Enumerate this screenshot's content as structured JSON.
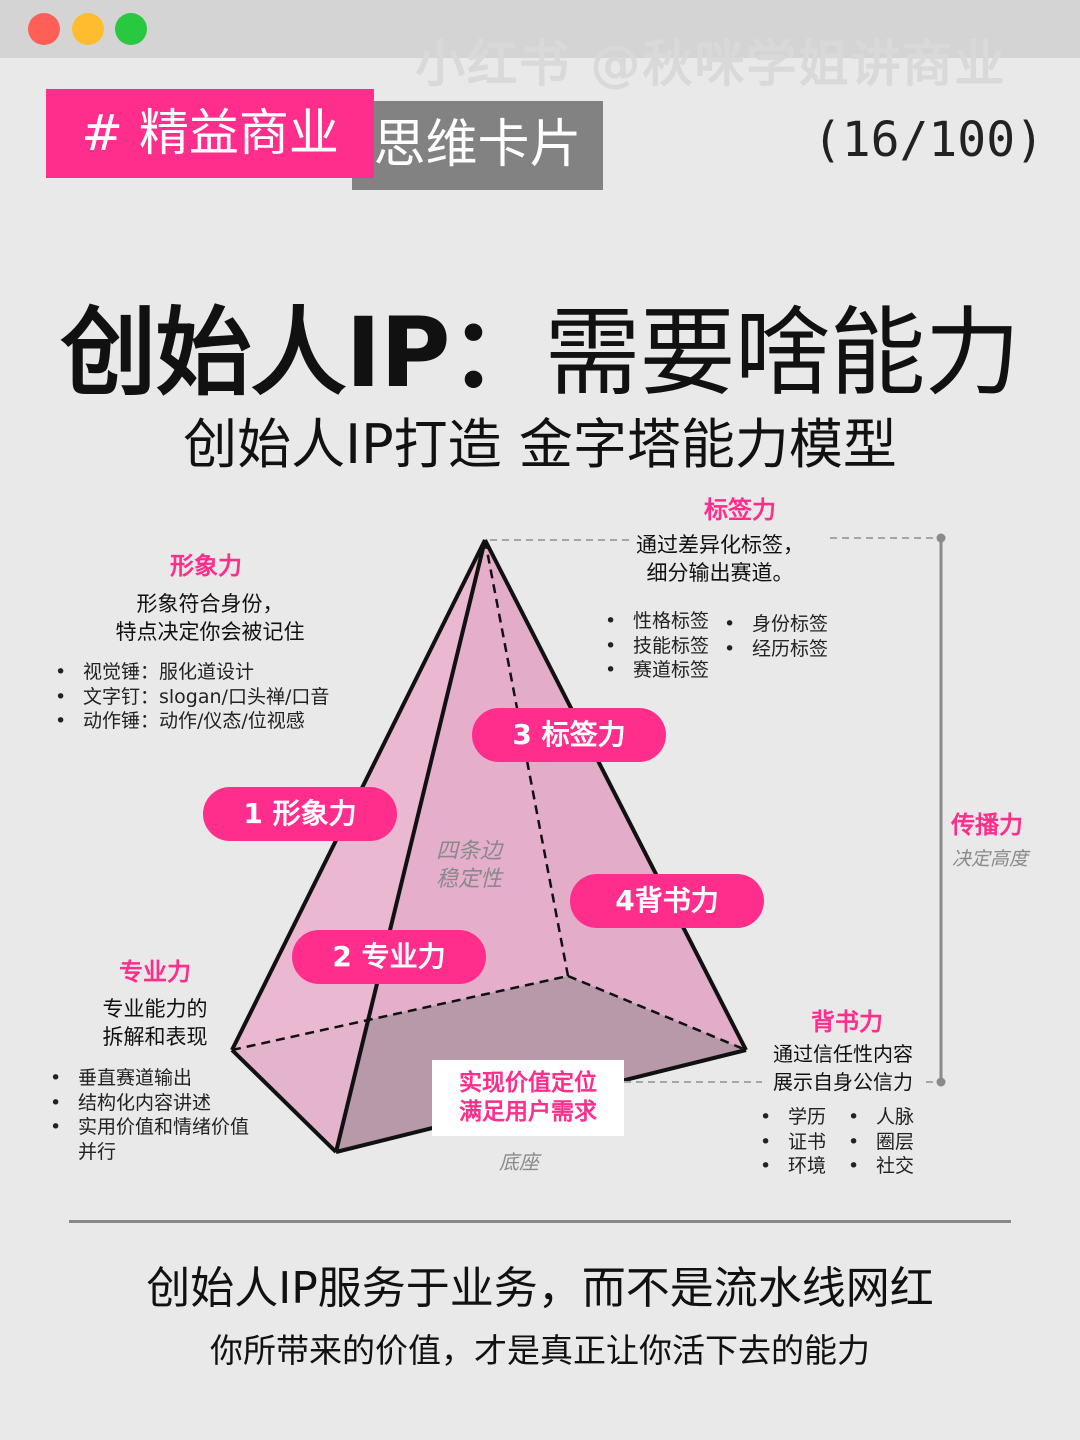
{
  "window": {
    "controls": [
      {
        "name": "close",
        "color": "#ff5f57"
      },
      {
        "name": "minimize",
        "color": "#febc2e"
      },
      {
        "name": "maximize",
        "color": "#28c840"
      }
    ],
    "watermark": "小红书 @秋咪学姐讲商业"
  },
  "header": {
    "tag_primary": "# 精益商业",
    "tag_secondary": "思维卡片",
    "counter": "(16/100)"
  },
  "title": {
    "bold": "创始人IP：",
    "light": "需要啥能力",
    "subtitle": "创始人IP打造 金字塔能力模型"
  },
  "colors": {
    "accent": "#ff2e8c",
    "gray_tag": "#828282",
    "background": "#e9e9e9",
    "face_left": "#ecb8d3",
    "face_right": "#e3abc8",
    "face_back": "#e6b0cc",
    "base": "#808080"
  },
  "pyramid": {
    "center_label": "四条边\n稳定性",
    "center_line1": "四条边",
    "center_line2": "稳定性",
    "base_box_line1": "实现价值定位",
    "base_box_line2": "满足用户需求",
    "base_caption": "底座",
    "pills": [
      {
        "label": "1 形象力"
      },
      {
        "label": "2 专业力"
      },
      {
        "label": "3 标签力"
      },
      {
        "label": "4背书力"
      }
    ]
  },
  "sections": {
    "image": {
      "title": "形象力",
      "desc_line1": "形象符合身份，",
      "desc_line2": "特点决定你会被记住",
      "items": [
        "视觉锤：服化道设计",
        "文字钉：slogan/口头禅/口音",
        "动作锤：动作/仪态/位视感"
      ]
    },
    "label": {
      "title": "标签力",
      "desc_line1": "通过差异化标签，",
      "desc_line2": "细分输出赛道。",
      "items_col1": [
        "性格标签",
        "技能标签",
        "赛道标签"
      ],
      "items_col2": [
        "身份标签",
        "经历标签"
      ]
    },
    "professional": {
      "title": "专业力",
      "desc_line1": "专业能力的",
      "desc_line2": "拆解和表现",
      "items": [
        "垂直赛道输出",
        "结构化内容讲述",
        "实用价值和情绪价值并行"
      ]
    },
    "endorsement": {
      "title": "背书力",
      "desc_line1": "通过信任性内容",
      "desc_line2": "展示自身公信力",
      "items_col1": [
        "学历",
        "证书",
        "环境"
      ],
      "items_col2": [
        "人脉",
        "圈层",
        "社交"
      ]
    },
    "spread": {
      "title": "传播力",
      "subtitle": "决定高度"
    }
  },
  "footer": {
    "headline": "创始人IP服务于业务，而不是流水线网红",
    "tagline": "你所带来的价值，才是真正让你活下去的能力"
  }
}
